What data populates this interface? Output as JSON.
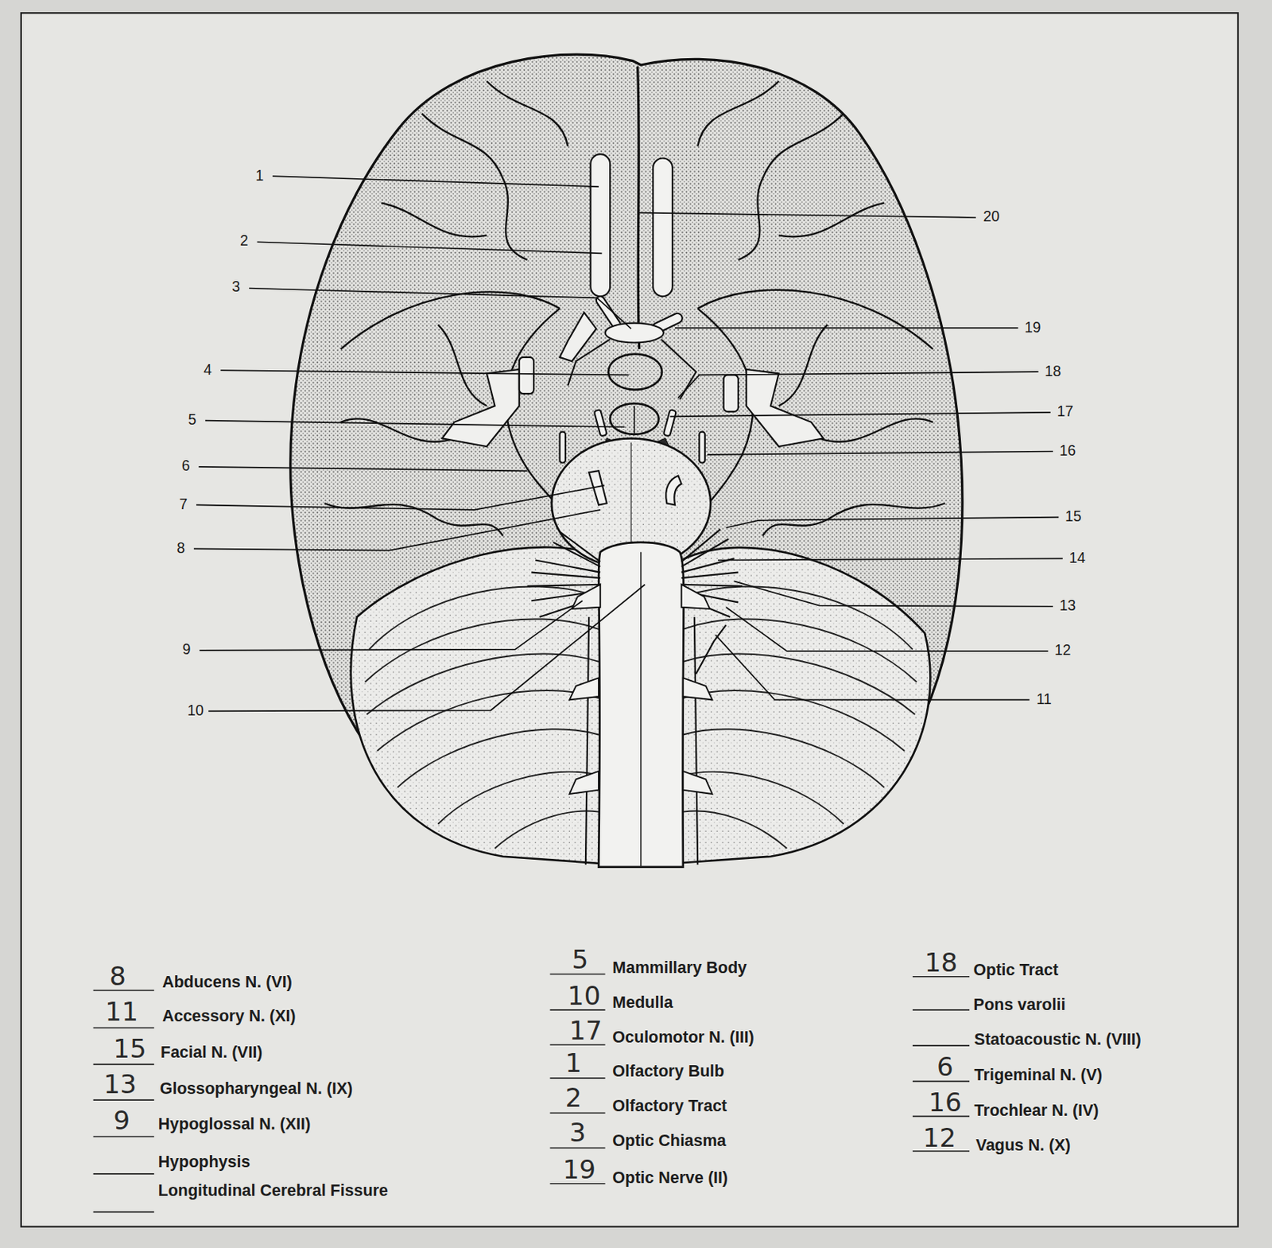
{
  "diagram": {
    "labels": [
      "1",
      "2",
      "3",
      "4",
      "5",
      "6",
      "7",
      "8",
      "9",
      "10",
      "11",
      "12",
      "13",
      "14",
      "15",
      "16",
      "17",
      "18",
      "19",
      "20",
      "8",
      "Abducens N. (VI)",
      "11",
      "Accessory N. (XI)",
      "15",
      "Facial N. (VII)",
      "13",
      "Glossopharyngeal N. (IX)",
      "9",
      "Hypoglossal N. (XII)",
      "Hypophysis",
      "Longitudinal Cerebral Fissure",
      "5",
      "Mammillary Body",
      "10",
      "Medulla",
      "17",
      "Oculomotor N. (III)",
      "1",
      "Olfactory Bulb",
      "2",
      "Olfactory Tract",
      "3",
      "Optic Chiasma",
      "19",
      "Optic Nerve (II)",
      "18",
      "Optic Tract",
      "Pons varolii",
      "Statoacoustic N. (VIII)",
      "6",
      "Trigeminal N. (V)",
      "16",
      "Trochlear N. (IV)",
      "12",
      "Vagus N. (X)"
    ]
  }
}
